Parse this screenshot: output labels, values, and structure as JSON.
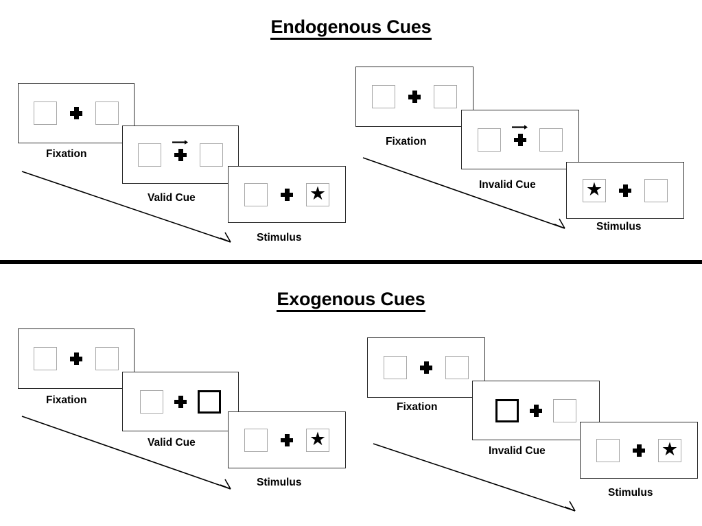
{
  "sections": [
    {
      "title": "Endogenous Cues",
      "cue_type": "arrow",
      "sequences": [
        {
          "name": "valid",
          "frames": [
            {
              "caption": "Fixation",
              "cue_side": "none",
              "star_side": "none"
            },
            {
              "caption": "Valid Cue",
              "cue_side": "right",
              "star_side": "none",
              "arrow": "right-arrow-icon"
            },
            {
              "caption": "Stimulus",
              "cue_side": "none",
              "star_side": "right"
            }
          ]
        },
        {
          "name": "invalid",
          "frames": [
            {
              "caption": "Fixation",
              "cue_side": "none",
              "star_side": "none"
            },
            {
              "caption": "Invalid Cue",
              "cue_side": "right",
              "star_side": "none",
              "arrow": "right-arrow-icon"
            },
            {
              "caption": "Stimulus",
              "cue_side": "none",
              "star_side": "left"
            }
          ]
        }
      ]
    },
    {
      "title": "Exogenous Cues",
      "cue_type": "box-flash",
      "sequences": [
        {
          "name": "valid",
          "frames": [
            {
              "caption": "Fixation",
              "cue_side": "none",
              "star_side": "none"
            },
            {
              "caption": "Valid Cue",
              "cue_side": "right",
              "star_side": "none"
            },
            {
              "caption": "Stimulus",
              "cue_side": "none",
              "star_side": "right"
            }
          ]
        },
        {
          "name": "invalid",
          "frames": [
            {
              "caption": "Fixation",
              "cue_side": "none",
              "star_side": "none"
            },
            {
              "caption": "Invalid Cue",
              "cue_side": "left",
              "star_side": "none"
            },
            {
              "caption": "Stimulus",
              "cue_side": "none",
              "star_side": "right"
            }
          ]
        }
      ]
    }
  ],
  "glyphs": {
    "star": "★",
    "fixation_cross": "plus-cross-icon"
  },
  "colors": {
    "frame_border": "#2b2b2b",
    "box_border": "#a6a6a6",
    "cued_box_border": "#000000",
    "ink": "#000000",
    "background": "#ffffff"
  }
}
